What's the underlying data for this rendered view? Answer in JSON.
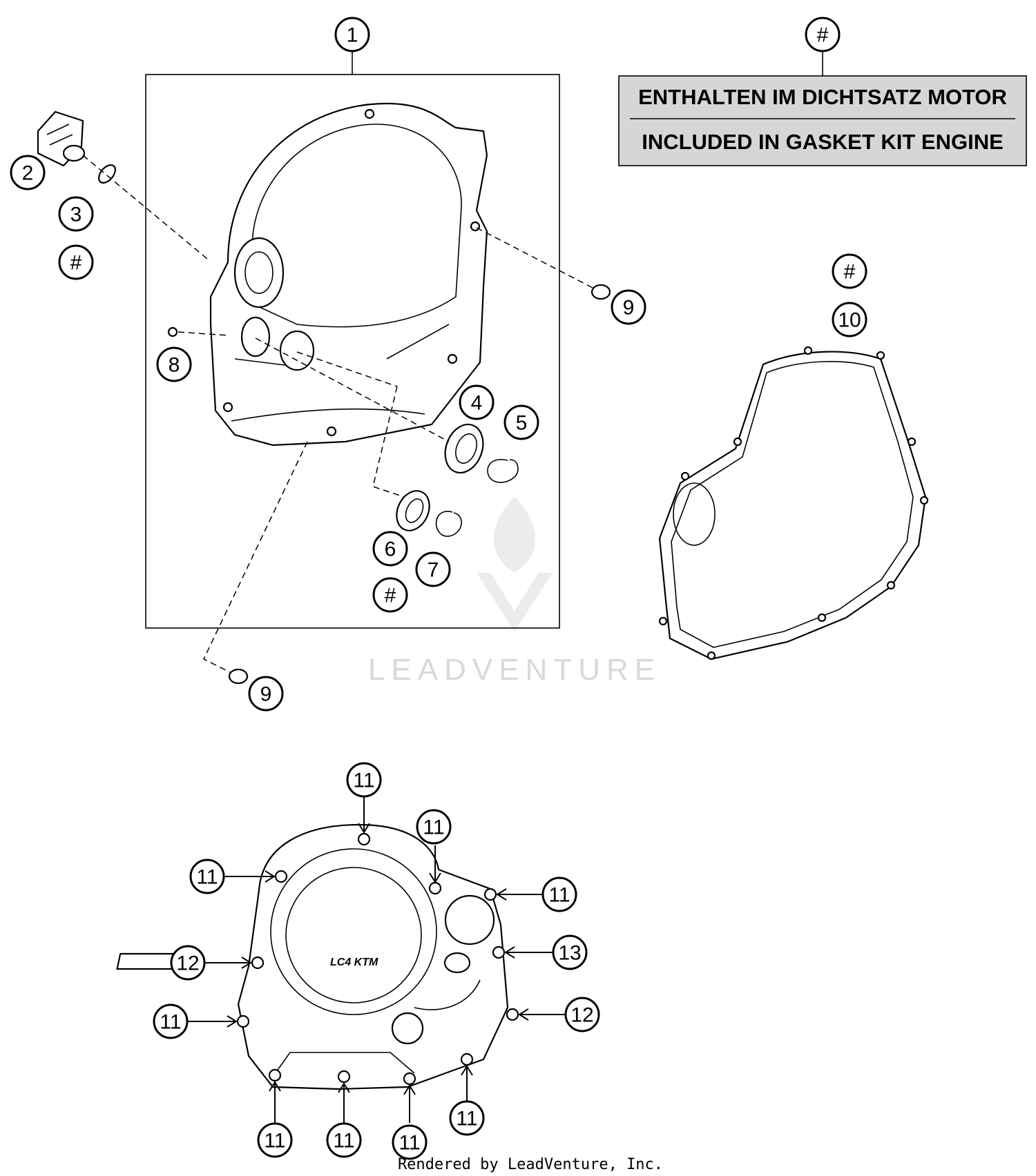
{
  "note": {
    "symbol": "#",
    "line_de": "ENTHALTEN IM DICHTSATZ MOTOR",
    "line_en": "INCLUDED IN GASKET KIT ENGINE"
  },
  "callouts": {
    "c1": "1",
    "c2": "2",
    "c3": "3",
    "c3_hash": "#",
    "c4": "4",
    "c5": "5",
    "c6": "6",
    "c6_hash": "#",
    "c7": "7",
    "c8": "8",
    "c9_top": "9",
    "c9_bottom": "9",
    "c10": "10",
    "c10_hash": "#",
    "c11": "11",
    "c12": "12",
    "c13": "13"
  },
  "logo_text": "LC4 KTM",
  "watermark": "LEADVENTURE",
  "footer": "Rendered by LeadVenture, Inc."
}
